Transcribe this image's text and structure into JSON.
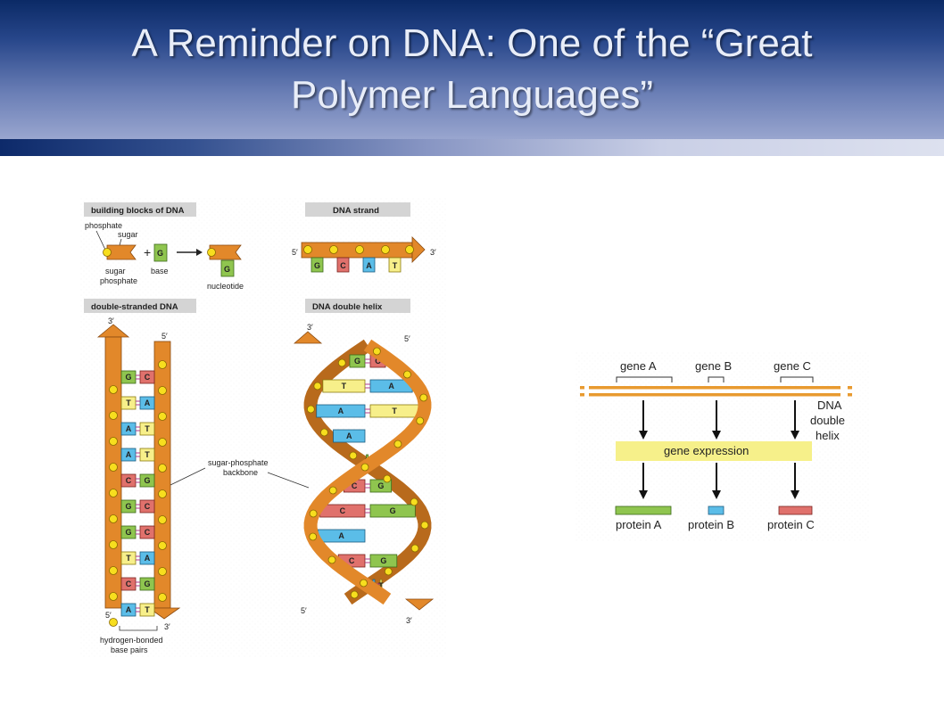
{
  "slide": {
    "title_line1": "A Reminder on DNA: One of the “Great",
    "title_line2": "Polymer Languages”"
  },
  "colors": {
    "backbone": "#e2882a",
    "phosphate": "#f7de1e",
    "base_G": "#8fc54f",
    "base_C": "#e0716c",
    "base_A": "#5bbde8",
    "base_T": "#f7ef8a",
    "panel_header": "#d4d4d4",
    "expression_box": "#f6f08a"
  },
  "panels": {
    "building_blocks": {
      "header": "building blocks of DNA",
      "phosphate": "phosphate",
      "sugar": "sugar",
      "plus": "+",
      "base_letter": "G",
      "sugar_phosphate_1": "sugar",
      "sugar_phosphate_2": "phosphate",
      "base": "base",
      "nucleotide": "nucleotide"
    },
    "strand": {
      "header": "DNA strand",
      "five_prime": "5′",
      "three_prime": "3′",
      "bases": [
        "G",
        "C",
        "A",
        "T"
      ]
    },
    "double_stranded": {
      "header": "double-stranded DNA",
      "top_left": "3′",
      "top_right": "5′",
      "bottom_left": "5′",
      "bottom_right": "3′",
      "pairs": [
        [
          "G",
          "C"
        ],
        [
          "T",
          "A"
        ],
        [
          "A",
          "T"
        ],
        [
          "A",
          "T"
        ],
        [
          "C",
          "G"
        ],
        [
          "G",
          "C"
        ],
        [
          "G",
          "C"
        ],
        [
          "T",
          "A"
        ],
        [
          "C",
          "G"
        ],
        [
          "A",
          "T"
        ]
      ],
      "backbone_label_1": "sugar-phosphate",
      "backbone_label_2": "backbone",
      "hbond_label_1": "hydrogen-bonded",
      "hbond_label_2": "base pairs"
    },
    "helix": {
      "header": "DNA double helix",
      "top_left": "3′",
      "top_right": "5′",
      "bottom_left": "5′",
      "bottom_right": "3′",
      "pairs": [
        [
          "G",
          "C"
        ],
        [
          "T",
          "A"
        ],
        [
          "A",
          "T"
        ],
        [
          "A",
          ""
        ],
        [
          "G",
          "C"
        ],
        [
          "C",
          "G"
        ],
        [
          "C",
          "G"
        ],
        [
          "A",
          ""
        ],
        [
          "C",
          "G"
        ],
        [
          "A",
          "T"
        ]
      ]
    }
  },
  "gene_diagram": {
    "gene_a": "gene A",
    "gene_b": "gene B",
    "gene_c": "gene C",
    "dna_1": "DNA",
    "dna_2": "double",
    "dna_3": "helix",
    "expression": "gene expression",
    "protein_a": "protein A",
    "protein_b": "protein B",
    "protein_c": "protein C"
  }
}
